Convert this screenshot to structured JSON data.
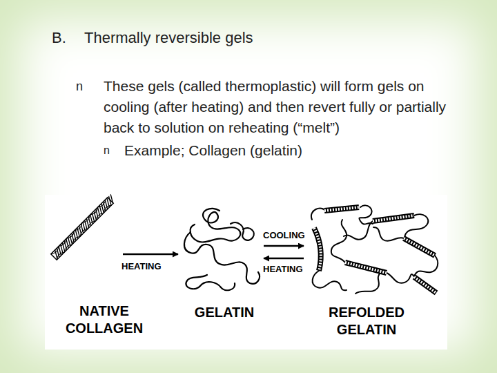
{
  "diagram": {
    "title": "Thermally reversible gels",
    "labels": [
      "B.",
      "n",
      "These gels (called thermoplastic) will form gels on cooling (after heating) and then revert fully or partially back to solution on reheating (“melt”)",
      "n",
      "Example; Collagen (gelatin)",
      "HEATING",
      "COOLING",
      "HEATING",
      "NATIVE COLLAGEN",
      "GELATIN",
      "REFOLDED GELATIN"
    ]
  }
}
